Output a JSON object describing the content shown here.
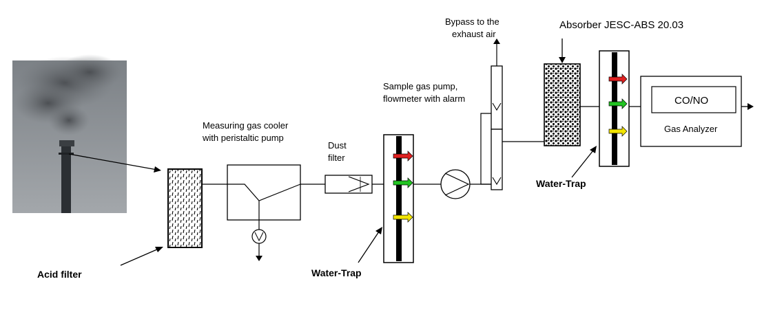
{
  "labels": {
    "gas_cooler_1": "Measuring gas cooler",
    "gas_cooler_2": "with peristaltic pump",
    "dust_filter_1": "Dust",
    "dust_filter_2": "filter",
    "sample_pump_1": "Sample gas pump,",
    "sample_pump_2": "flowmeter with alarm",
    "bypass_1": "Bypass to the",
    "bypass_2": "exhaust air",
    "absorber": "Absorber JESC-ABS 20.03",
    "acid_filter": "Acid filter",
    "water_trap_1": "Water-Trap",
    "water_trap_2": "Water-Trap",
    "analyzer_display": "CO/NO",
    "analyzer_label": "Gas Analyzer"
  },
  "colors": {
    "sky": "#8f9499",
    "smoke": "#55585c",
    "chimney": "#2b2f33",
    "arrow_red": "#e02020",
    "arrow_green": "#22c422",
    "arrow_yellow": "#f2e400",
    "line": "#000000"
  },
  "icons": [
    "chimney-photo",
    "pump-icon",
    "flowmeter-icon",
    "right-arrow-icon",
    "down-arrow-icon"
  ]
}
